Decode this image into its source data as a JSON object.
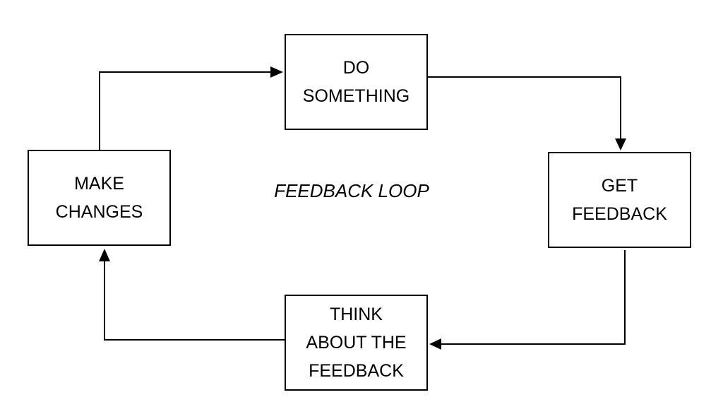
{
  "diagram": {
    "title": "FEEDBACK LOOP",
    "line_color": "#000000",
    "nodes": {
      "do_something": "DO\nSOMETHING",
      "get_feedback": "GET\nFEEDBACK",
      "think_about": "THINK\nABOUT THE\nFEEDBACK",
      "make_changes": "MAKE\nCHANGES"
    },
    "edges": [
      {
        "from": "DO SOMETHING",
        "to": "GET FEEDBACK"
      },
      {
        "from": "GET FEEDBACK",
        "to": "THINK ABOUT THE FEEDBACK"
      },
      {
        "from": "THINK ABOUT THE FEEDBACK",
        "to": "MAKE CHANGES"
      },
      {
        "from": "MAKE CHANGES",
        "to": "DO SOMETHING"
      }
    ]
  }
}
